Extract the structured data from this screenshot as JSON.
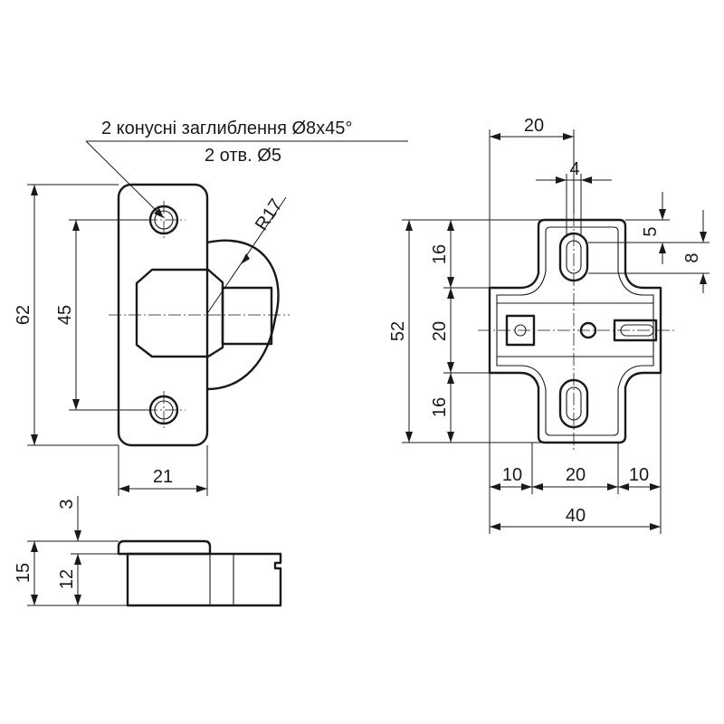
{
  "annotations": {
    "countersink_note": "2 конусні заглиблення  Ø8x45°",
    "holes_note": "2 отв. Ø5",
    "radius": "R17"
  },
  "dimensions": {
    "front_height_total": "62",
    "front_hole_spacing": "45",
    "front_width": "21",
    "side_height_total": "15",
    "side_height_body": "12",
    "side_height_top": "3",
    "right_top_width": "20",
    "right_slot_width": "4",
    "right_slot_offset": "5",
    "right_slot_length": "8",
    "right_height_total": "52",
    "right_upper": "16",
    "right_middle": "20",
    "right_lower": "16",
    "right_bottom_left": "10",
    "right_bottom_middle": "20",
    "right_bottom_right": "10",
    "right_bottom_total": "40"
  }
}
